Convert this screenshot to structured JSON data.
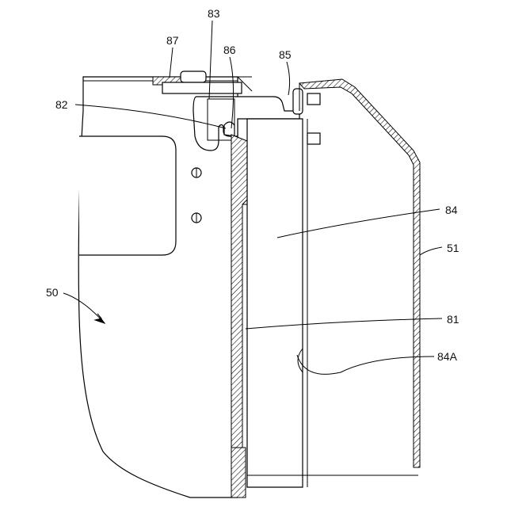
{
  "labels": {
    "l83": "83",
    "l87": "87",
    "l86": "86",
    "l85": "85",
    "l82": "82",
    "l84": "84",
    "l51": "51",
    "l50": "50",
    "l81": "81",
    "l84a": "84A"
  }
}
